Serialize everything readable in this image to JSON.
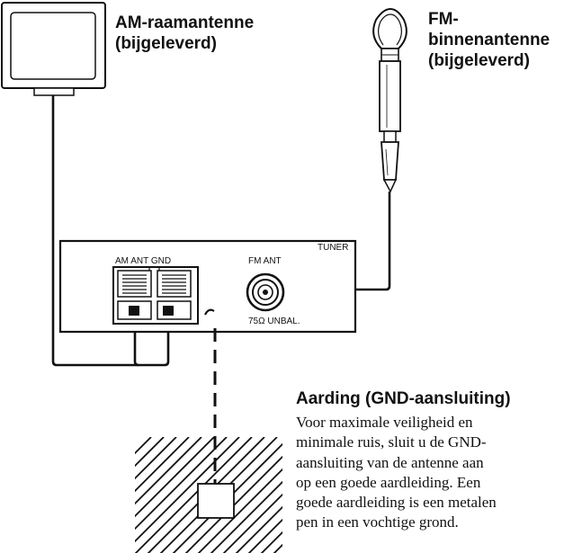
{
  "am_antenna": {
    "title": "AM-raamantenne",
    "subtitle": "(bijgeleverd)"
  },
  "fm_antenna": {
    "line1": "FM-",
    "line2": "binnenantenne",
    "line3": "(bijgeleverd)"
  },
  "tuner_panel": {
    "tuner_label": "TUNER",
    "am_ant_gnd_label": "AM ANT GND",
    "fm_ant_label": "FM ANT",
    "impedance_label": "75Ω UNBAL."
  },
  "grounding": {
    "title": "Aarding (GND-aansluiting)",
    "body_lines": [
      "Voor maximale veiligheid en",
      "minimale ruis, sluit u de GND-",
      "aansluiting van de antenne aan",
      "op een goede aardleiding. Een",
      "goede aardleiding is een metalen",
      "pen in een vochtige grond."
    ]
  }
}
